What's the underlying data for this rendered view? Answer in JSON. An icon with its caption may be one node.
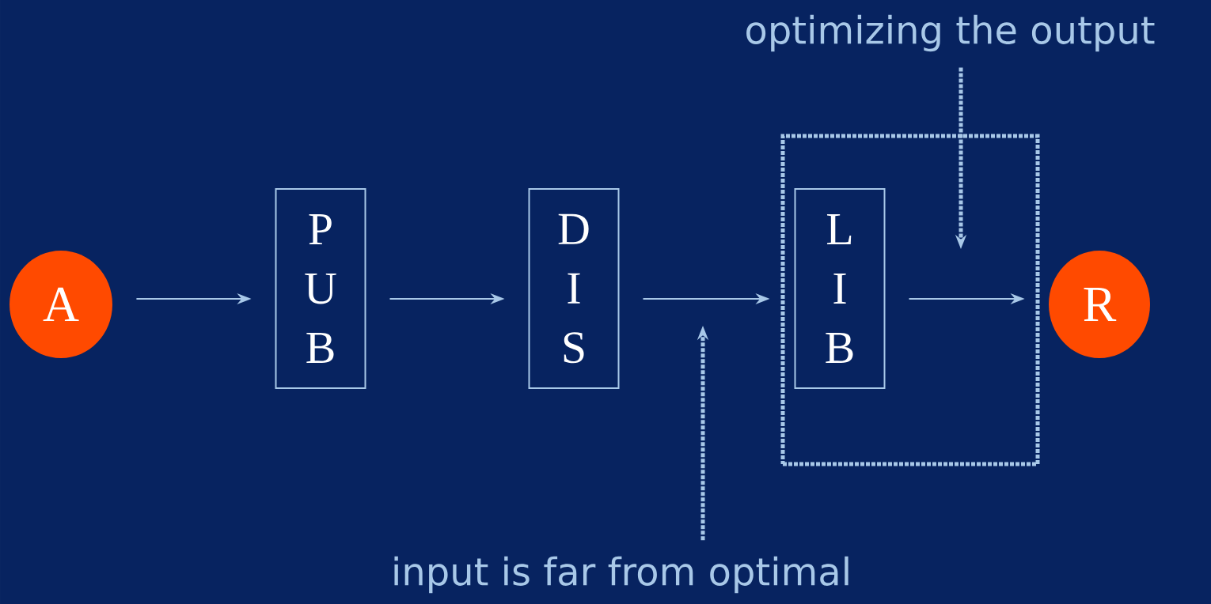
{
  "diagram": {
    "nodes": [
      {
        "text": [
          "A"
        ]
      },
      {
        "text": [
          "P U B"
        ]
      },
      {
        "text": [
          "D I S"
        ]
      },
      {
        "text": [],
        "shape": "box"
      },
      {
        "text": [
          "L I B"
        ],
        "in": 3
      },
      {
        "text": [
          "R"
        ]
      },
      {
        "text": [
          "optimizing the output"
        ]
      },
      {
        "text": [
          "input is far from optimal"
        ]
      }
    ],
    "edges": [
      {
        "from": 0,
        "to": 1,
        "arrow": "to"
      },
      {
        "from": 1,
        "to": 2,
        "arrow": "to"
      },
      {
        "from": 2,
        "to": 4,
        "arrow": "to"
      },
      {
        "from": 4,
        "to": 5,
        "arrow": "to"
      },
      {
        "from": 6,
        "to": null,
        "arrow": "to",
        "style": "dashed"
      },
      {
        "from": 7,
        "to": null,
        "arrow": "to",
        "style": "dashed"
      }
    ]
  }
}
